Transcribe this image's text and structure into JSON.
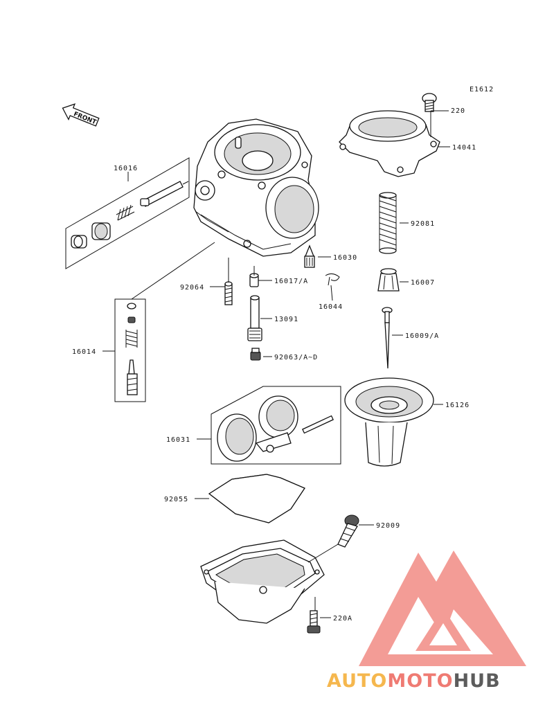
{
  "diagram_id": "E1612",
  "front_label": "FRONT",
  "parts": [
    {
      "key": "p220",
      "label": "220"
    },
    {
      "key": "p14041",
      "label": "14041"
    },
    {
      "key": "p16016",
      "label": "16016"
    },
    {
      "key": "p92081",
      "label": "92081"
    },
    {
      "key": "p16030",
      "label": "16030"
    },
    {
      "key": "p16017",
      "label": "16017/A"
    },
    {
      "key": "p92064",
      "label": "92064"
    },
    {
      "key": "p16007",
      "label": "16007"
    },
    {
      "key": "p16044",
      "label": "16044"
    },
    {
      "key": "p13091",
      "label": "13091"
    },
    {
      "key": "p16009",
      "label": "16009/A"
    },
    {
      "key": "p16014",
      "label": "16014"
    },
    {
      "key": "p92063",
      "label": "92063/A~D"
    },
    {
      "key": "p16126",
      "label": "16126"
    },
    {
      "key": "p16031",
      "label": "16031"
    },
    {
      "key": "p92055",
      "label": "92055"
    },
    {
      "key": "p92009",
      "label": "92009"
    },
    {
      "key": "p220A",
      "label": "220A"
    }
  ],
  "watermark": {
    "brand_part1": "AUTO",
    "brand_part2": "MOTO",
    "brand_part3": "HUB",
    "color1": "#f5b74e",
    "color2": "#ef7b73",
    "color3": "#5c5c5c"
  }
}
